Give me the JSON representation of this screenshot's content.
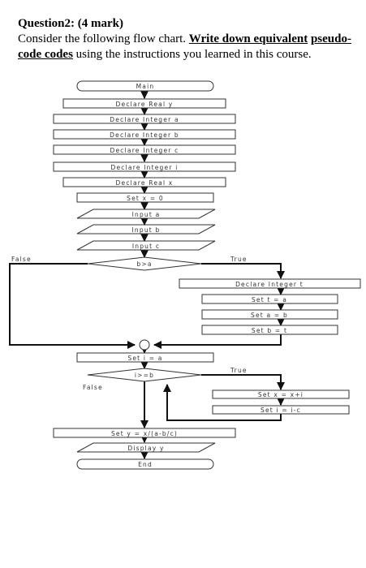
{
  "question": {
    "title": "Question2: (4 mark)",
    "text_before": "Consider the following flow chart. ",
    "emphasis_1": "Write down equivalent",
    "text_middle": " ",
    "emphasis_2": "pseudo-code codes",
    "text_after": " using the instructions you learned in this course."
  },
  "flowchart": {
    "main": "Main",
    "declare_y": "Declare Real y",
    "declare_a": "Declare Integer a",
    "declare_b": "Declare Integer b",
    "declare_c": "Declare Integer c",
    "declare_i": "Declare Integer i",
    "declare_x": "Declare Real x",
    "set_x": "Set x = 0",
    "input_a": "Input a",
    "input_b": "Input b",
    "input_c": "Input c",
    "cond1": "b>a",
    "cond1_false": "False",
    "cond1_true": "True",
    "declare_t": "Declare Integer t",
    "set_t": "Set t = a",
    "set_a": "Set a = b",
    "set_b": "Set b = t",
    "set_i": "Set i = a",
    "cond2": "i>=b",
    "cond2_true": "True",
    "cond2_false": "False",
    "set_x_loop": "Set x = x+i",
    "set_i_loop": "Set i = i-c",
    "set_y": "Set y = x/(a-b/c)",
    "display_y": "Display y",
    "end": "End"
  }
}
